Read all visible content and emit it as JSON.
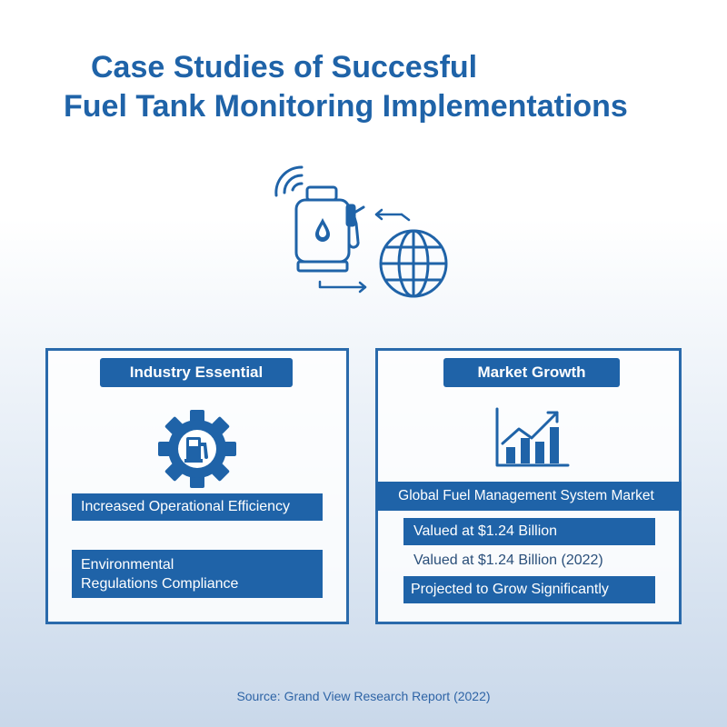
{
  "title": {
    "line1": "Case Studies of Succesful",
    "line2": "Fuel Tank Monitoring Implementations"
  },
  "icons": {
    "hero": [
      "wifi-signal-icon",
      "fuel-tank-icon",
      "fuel-nozzle-icon",
      "globe-icon",
      "exchange-arrows-icon"
    ],
    "industry": "gear-fuel-pump-icon",
    "market": "bar-chart-growth-icon"
  },
  "colors": {
    "primary": "#1f63a8",
    "text_on_primary": "#ffffff",
    "source_text": "#2e64a6"
  },
  "industry_panel": {
    "badge": "Industry Essential",
    "items": [
      "Increased Operational Efficiency",
      [
        "Environmental",
        "Regulations Compliance"
      ]
    ]
  },
  "market_panel": {
    "badge": "Market Growth",
    "headline": "Global Fuel Management System Market",
    "valued": "Valued at $1.24 Billion",
    "valued_year": "Valued at $1.24 Billion (2022)",
    "projected": "Projected to Grow Significantly"
  },
  "source": "Source: Grand View Research Report (2022)"
}
